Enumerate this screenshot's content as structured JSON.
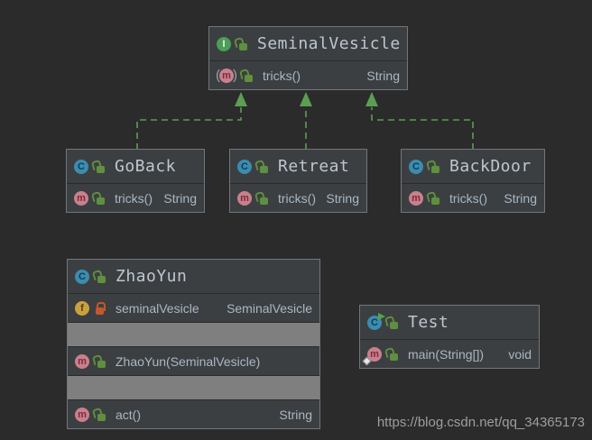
{
  "icons": {
    "interface_letter": "I",
    "class_letter": "C",
    "method_letter": "m",
    "field_letter": "f"
  },
  "classes": {
    "seminal": {
      "title": "SeminalVesicle",
      "kind": "interface",
      "method": {
        "label": "tricks()",
        "type": "String",
        "modifier": "abstract"
      }
    },
    "goback": {
      "title": "GoBack",
      "kind": "class",
      "method": {
        "label": "tricks()",
        "type": "String"
      }
    },
    "retreat": {
      "title": "Retreat",
      "kind": "class",
      "method": {
        "label": "tricks()",
        "type": "String"
      }
    },
    "backdoor": {
      "title": "BackDoor",
      "kind": "class",
      "method": {
        "label": "tricks()",
        "type": "String"
      }
    },
    "zhaoyun": {
      "title": "ZhaoYun",
      "kind": "class",
      "field": {
        "name": "seminalVesicle",
        "type": "SeminalVesicle",
        "visibility": "private"
      },
      "constructor": {
        "label": "ZhaoYun(SeminalVesicle)"
      },
      "method": {
        "label": "act()",
        "type": "String"
      }
    },
    "test": {
      "title": "Test",
      "kind": "class-runnable",
      "method": {
        "label": "main(String[])",
        "type": "void",
        "modifier": "static"
      }
    }
  },
  "relationships": [
    {
      "from": "GoBack",
      "to": "SeminalVesicle",
      "type": "realization"
    },
    {
      "from": "Retreat",
      "to": "SeminalVesicle",
      "type": "realization"
    },
    {
      "from": "BackDoor",
      "to": "SeminalVesicle",
      "type": "realization"
    }
  ],
  "colors": {
    "canvas_bg": "#2b2b2b",
    "node_bg": "#3c3f41",
    "arrow_green": "#5c9e54",
    "separator_gray": "#7f7f7f"
  },
  "watermark": {
    "text": "https://blog.csdn.net/qq_34365173"
  }
}
